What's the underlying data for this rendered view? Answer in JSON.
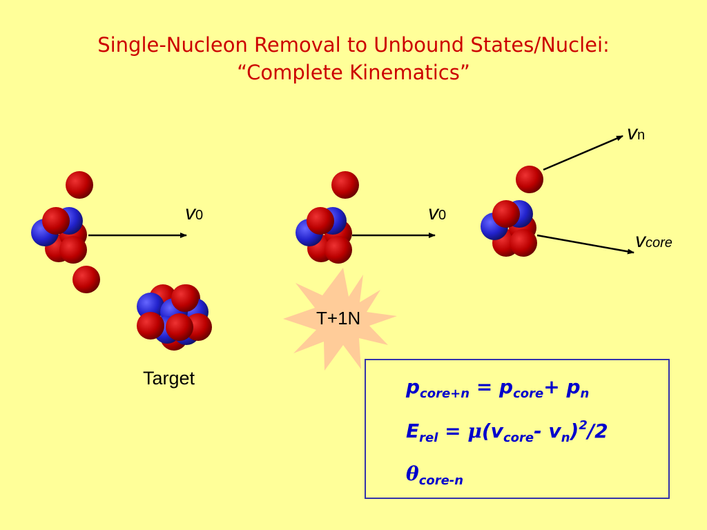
{
  "title": {
    "line1": "Single-Nucleon Removal to Unbound States/Nuclei:",
    "line2": "“Complete Kinematics”"
  },
  "labels": {
    "v": "v",
    "v0_sub": "0",
    "vn_sub": "n",
    "vcore_sub": "core",
    "target": "Target",
    "reaction": "T+1N"
  },
  "equations": {
    "eq1": {
      "p": "p",
      "sub_core_n": "core+n",
      "eq": " = ",
      "sub_core": "core",
      "plus": "+ ",
      "sub_n": "n"
    },
    "eq2": {
      "E": "E",
      "sub_rel": "rel",
      "eq": " = ",
      "mu": "μ",
      "open": "(v",
      "sub_core": "core",
      "minus": "- v",
      "sub_n": "n",
      "close": ")",
      "sq": "2",
      "tail": "/2"
    },
    "eq3": {
      "theta": "θ",
      "sub": "core-n"
    }
  },
  "colors": {
    "background": "#ffff99",
    "title": "#cc0000",
    "proton": "#cc0000",
    "neutron": "#3333cc",
    "equation": "#0000cc",
    "box_border": "#3333aa",
    "star": "#ffcc99"
  },
  "icons": {
    "nucleon": "sphere",
    "reaction_burst": "star-burst",
    "velocity": "arrow"
  }
}
